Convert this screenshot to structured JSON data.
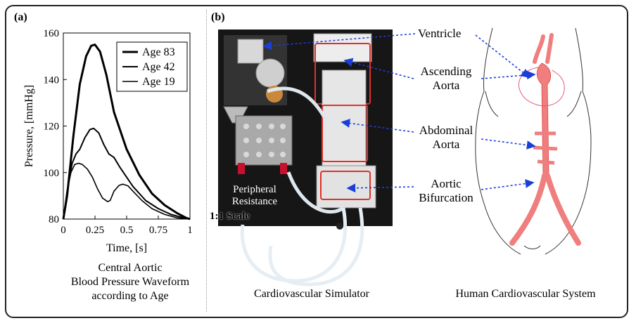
{
  "panel_a": {
    "tag": "(a)",
    "caption": [
      "Central Aortic",
      "Blood Pressure Waveform",
      "according to Age"
    ]
  },
  "panel_b": {
    "tag": "(b)",
    "simulator_caption": "Cardiovascular Simulator",
    "human_caption": "Human Cardiovascular System",
    "label_ventricle": "Ventricle",
    "label_ascending": [
      "Ascending",
      "Aorta"
    ],
    "label_abdominal": [
      "Abdominal",
      "Aorta"
    ],
    "label_bifurcation": [
      "Aortic",
      "Bifurcation"
    ],
    "label_peripheral": [
      "Peripheral",
      "Resistance"
    ],
    "label_scale": "1:1 Scale",
    "colors": {
      "arrow": "#1a3fd6",
      "artery": "#f07e7e",
      "frame_red": "#e0312a"
    }
  },
  "chart_data": {
    "type": "line",
    "xlabel": "Time, [s]",
    "ylabel": "Pressure, [mmHg]",
    "xlim": [
      0,
      1
    ],
    "ylim": [
      80,
      160
    ],
    "xticks": [
      "0",
      "0.25",
      "0.5",
      "0.75",
      "1"
    ],
    "yticks": [
      "80",
      "100",
      "120",
      "140",
      "160"
    ],
    "legend_position": "top-right",
    "series": [
      {
        "name": "Age 83",
        "stroke_width": 3,
        "x": [
          0,
          0.03,
          0.08,
          0.13,
          0.18,
          0.22,
          0.25,
          0.29,
          0.34,
          0.4,
          0.5,
          0.6,
          0.7,
          0.8,
          0.9,
          0.97,
          1.0
        ],
        "y": [
          80,
          90,
          116,
          138,
          150,
          154.5,
          155,
          152,
          142,
          126,
          110,
          99,
          91,
          86,
          82.5,
          80.5,
          80
        ]
      },
      {
        "name": "Age 42",
        "stroke_width": 2,
        "x": [
          0,
          0.03,
          0.07,
          0.1,
          0.13,
          0.17,
          0.21,
          0.24,
          0.28,
          0.32,
          0.36,
          0.4,
          0.45,
          0.55,
          0.65,
          0.75,
          0.85,
          0.95,
          1.0
        ],
        "y": [
          80,
          92,
          104,
          108,
          110,
          115,
          118.5,
          119,
          117,
          112,
          108,
          106.5,
          102,
          94,
          88,
          84.5,
          82,
          80.5,
          80
        ]
      },
      {
        "name": "Age 19",
        "stroke_width": 1.6,
        "x": [
          0,
          0.03,
          0.06,
          0.09,
          0.12,
          0.15,
          0.19,
          0.23,
          0.27,
          0.31,
          0.35,
          0.37,
          0.4,
          0.44,
          0.47,
          0.51,
          0.55,
          0.62,
          0.7,
          0.8,
          0.9,
          1.0
        ],
        "y": [
          80,
          92,
          100,
          103.5,
          104,
          103.5,
          101.5,
          98,
          93,
          89,
          87.5,
          88,
          92,
          94.5,
          95,
          94.3,
          92,
          88,
          84.5,
          82,
          80.5,
          80
        ]
      }
    ]
  }
}
